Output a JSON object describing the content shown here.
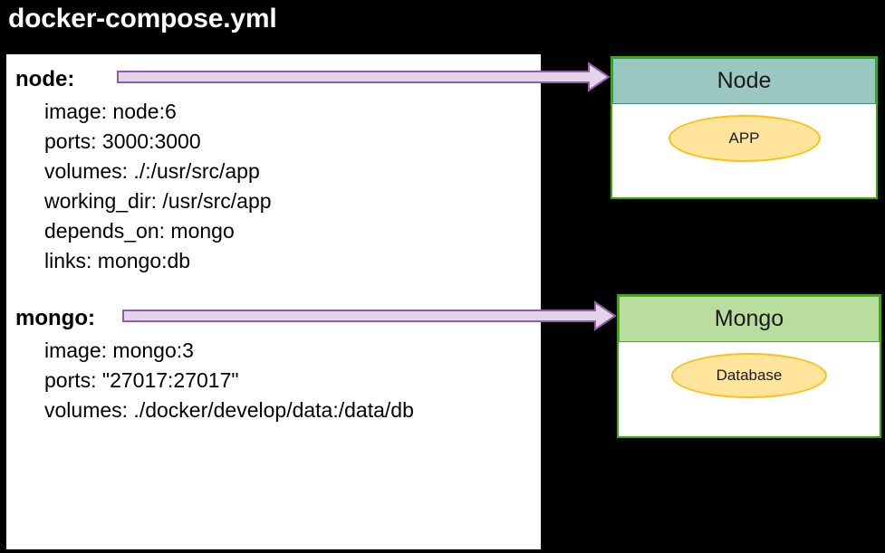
{
  "title": "docker-compose.yml",
  "theme": {
    "background": "#000000",
    "panel_background": "#ffffff",
    "title_color": "#ffffff",
    "arrow_fill": "#e3d4ec",
    "arrow_stroke": "#8e5ea8",
    "node_header_fill": "#9ac7bf",
    "node_header_stroke": "#2f8f82",
    "mongo_header_fill": "#b9dd9f",
    "mongo_header_stroke": "#5aa430",
    "box_border": "#36b000",
    "ellipse_fill": "#ffe49b",
    "ellipse_stroke": "#ffbf1a",
    "text_color": "#000000"
  },
  "compose": {
    "services": [
      {
        "key": "node:",
        "lines": [
          "image: node:6",
          "ports: 3000:3000",
          "volumes: ./:/usr/src/app",
          "working_dir: /usr/src/app",
          "depends_on: mongo",
          "links: mongo:db"
        ]
      },
      {
        "key": "mongo:",
        "lines": [
          "image: mongo:3",
          "ports: \"27017:27017\"",
          "volumes: ./docker/develop/data:/data/db"
        ]
      }
    ]
  },
  "containers": [
    {
      "header": "Node",
      "component": "APP"
    },
    {
      "header": "Mongo",
      "component": "Database"
    }
  ],
  "arrows": [
    {
      "from": "node:",
      "to": "Node"
    },
    {
      "from": "mongo:",
      "to": "Mongo"
    }
  ]
}
